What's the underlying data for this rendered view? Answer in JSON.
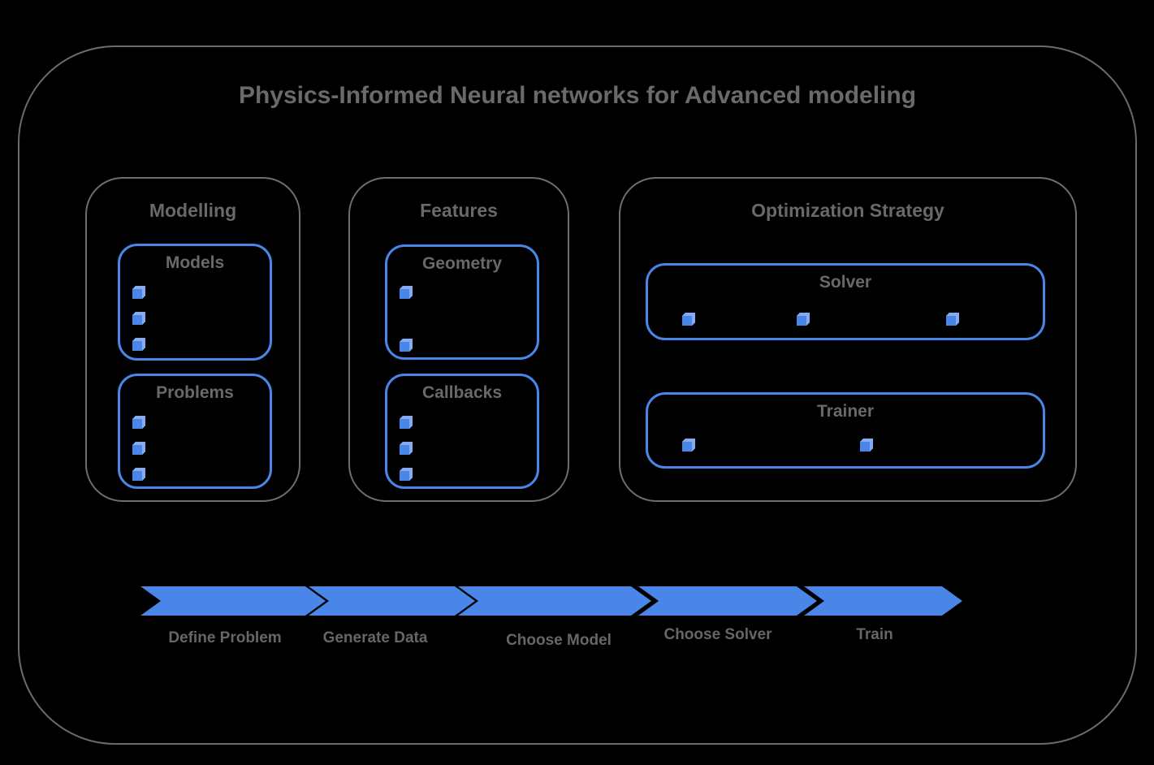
{
  "title": "Physics-Informed Neural networks for Advanced modeling",
  "colors": {
    "accent_blue": "#4a86e8",
    "cube_highlight": "#85abf0",
    "border_gray": "#6b6b6b",
    "text_gray": "#696969",
    "background": "#000000"
  },
  "groups": [
    {
      "label": "Modelling",
      "boxes": [
        {
          "label": "Models",
          "bullets": 3
        },
        {
          "label": "Problems",
          "bullets": 3
        }
      ]
    },
    {
      "label": "Features",
      "boxes": [
        {
          "label": "Geometry",
          "bullets": 2
        },
        {
          "label": "Callbacks",
          "bullets": 3
        }
      ]
    },
    {
      "label": "Optimization Strategy",
      "boxes": [
        {
          "label": "Solver",
          "bullets": 3
        },
        {
          "label": "Trainer",
          "bullets": 2
        }
      ]
    }
  ],
  "flow": {
    "steps": [
      {
        "label": "Define Problem"
      },
      {
        "label": "Generate Data"
      },
      {
        "label": "Choose Model"
      },
      {
        "label": "Choose Solver"
      },
      {
        "label": "Train"
      }
    ]
  }
}
